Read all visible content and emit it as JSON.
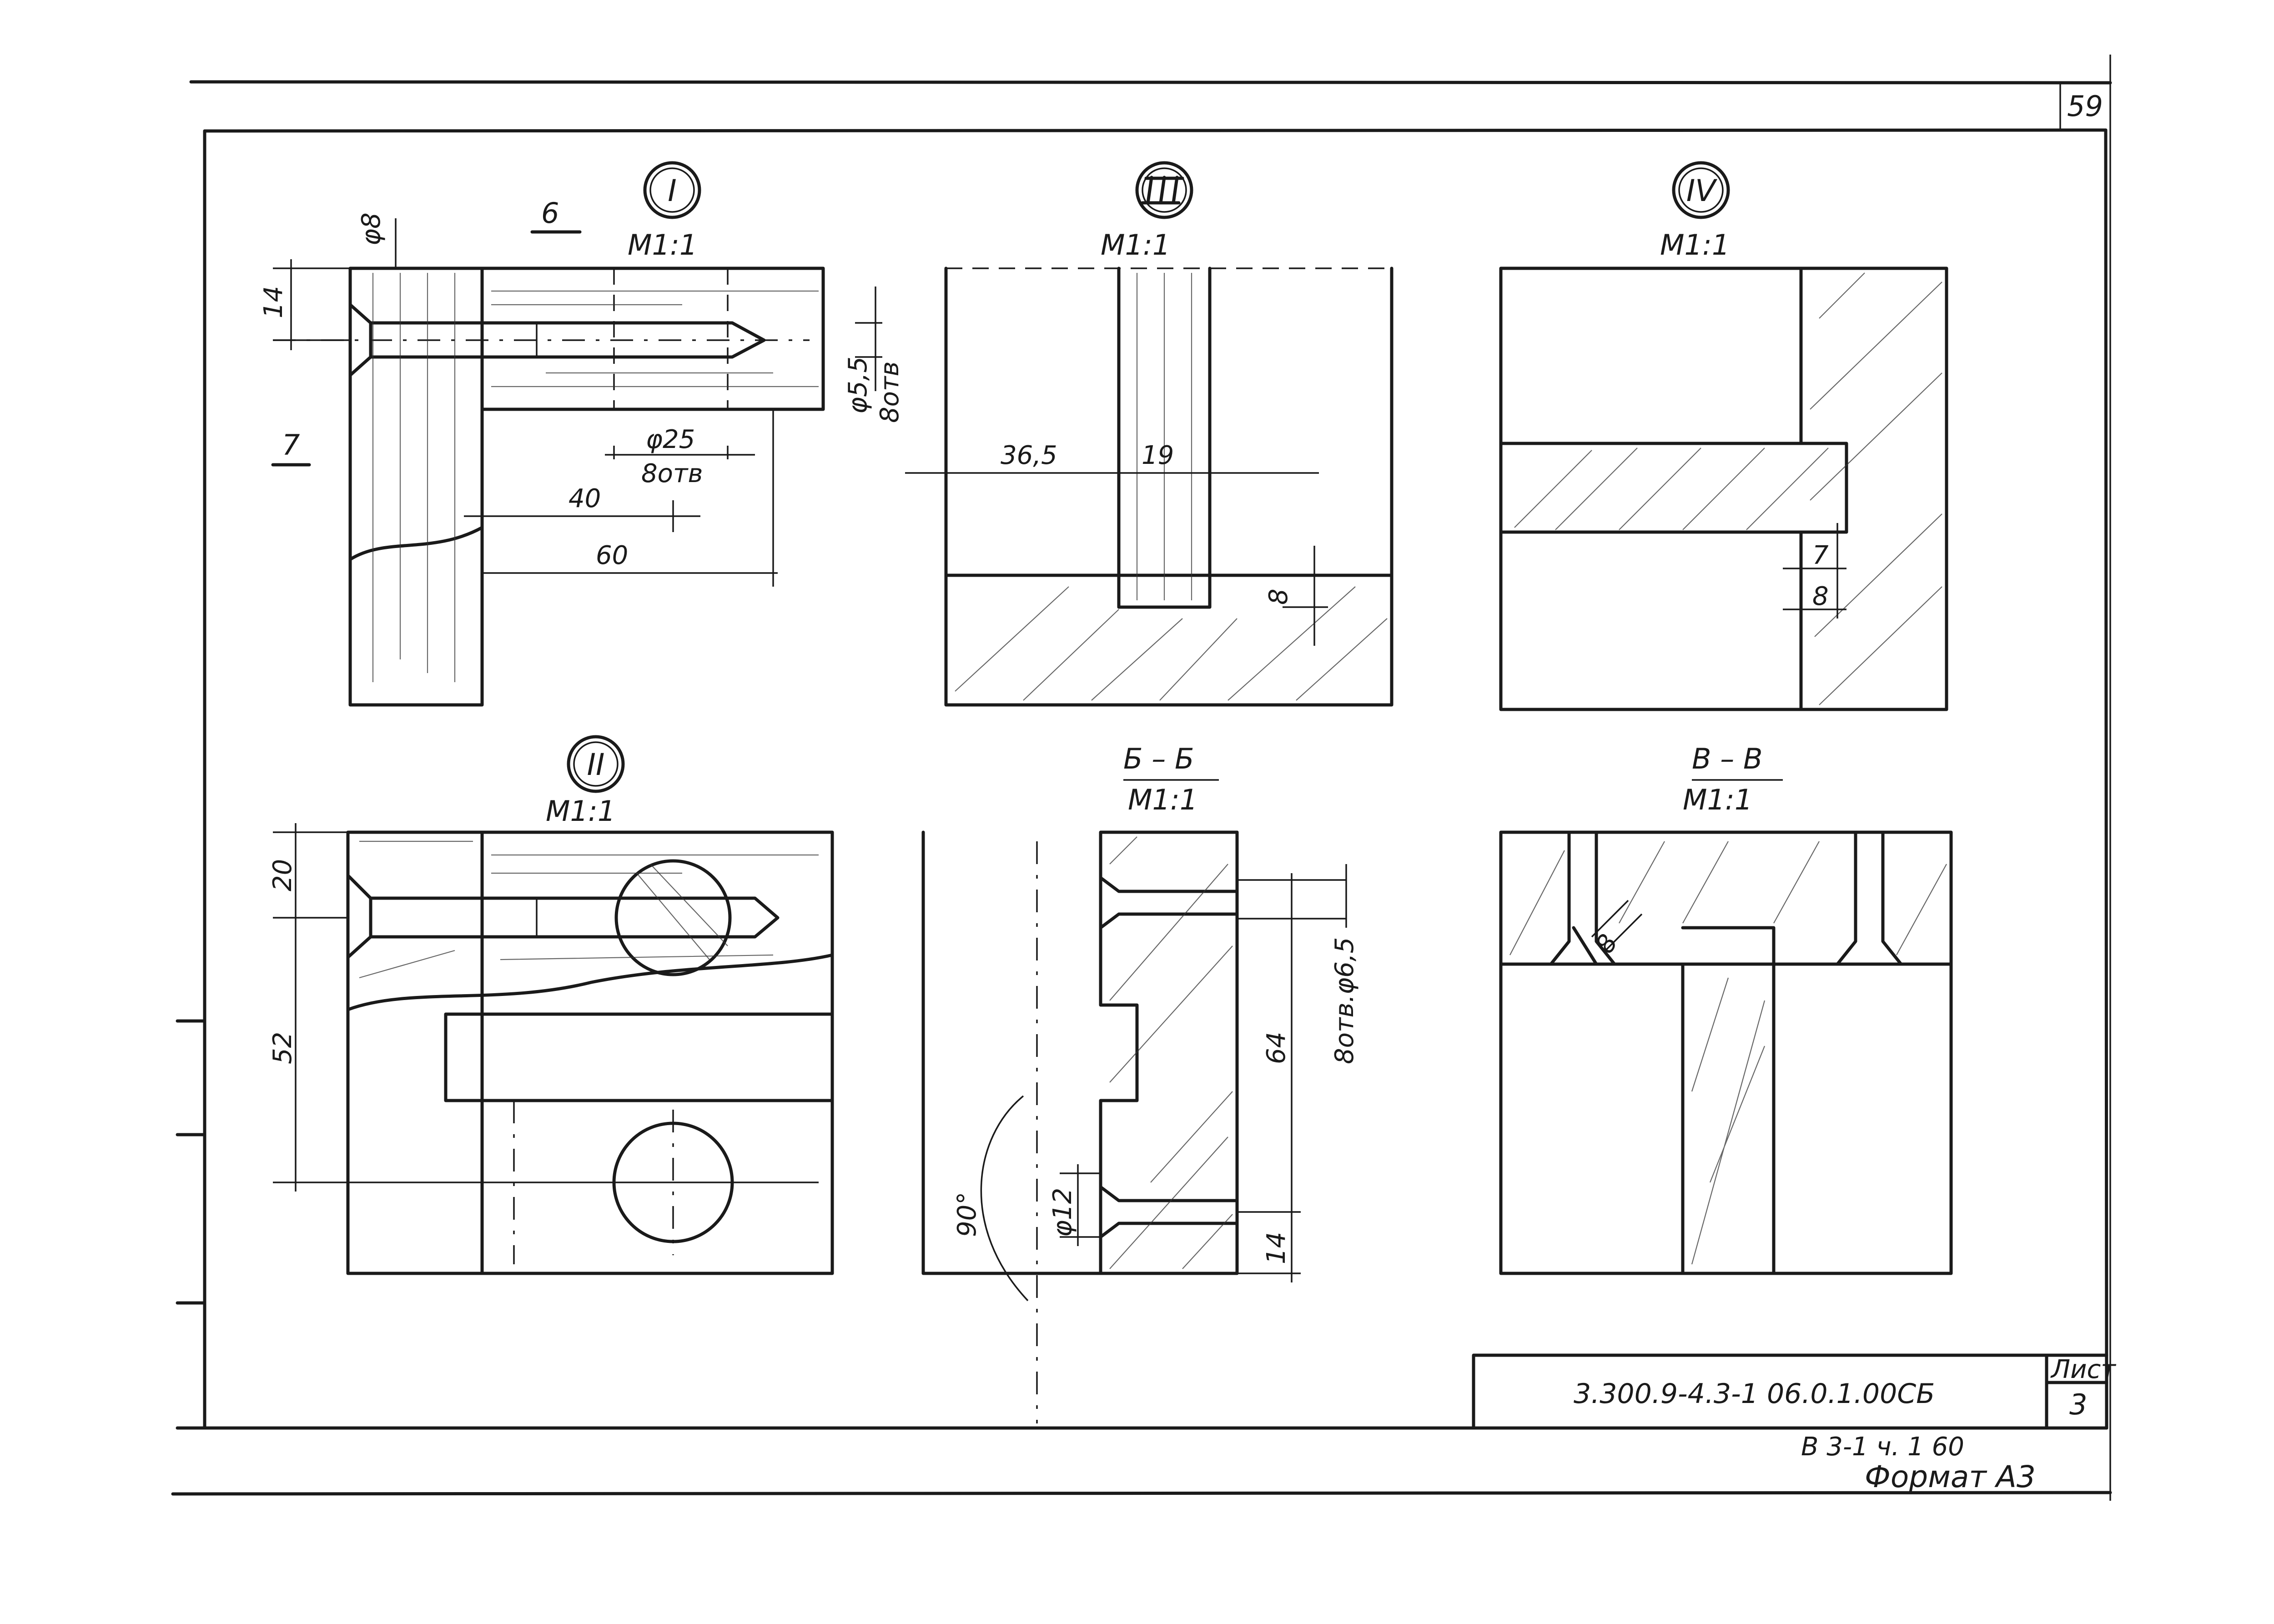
{
  "sheet_number_top": "59",
  "views": {
    "I": {
      "roman": "I",
      "scale": "M1:1"
    },
    "II": {
      "roman": "II",
      "scale": "M1:1"
    },
    "III": {
      "scale": "M1:1"
    },
    "IV": {
      "roman": "IV",
      "scale": "M1:1"
    },
    "BB": {
      "title": "Б – Б",
      "scale": "M1:1"
    },
    "VV": {
      "title": "В – В",
      "scale": "M1:1"
    }
  },
  "part_labels": {
    "p6": "6",
    "p7": "7"
  },
  "dimensions": {
    "I": {
      "d8": "φ8",
      "d14": "14",
      "d55": "φ5,5",
      "holes8a": "8отв",
      "d25": "φ25",
      "holes8b": "8отв",
      "d40": "40",
      "d60": "60"
    },
    "III": {
      "d365": "36,5",
      "d19": "19",
      "d8": "8"
    },
    "IV": {
      "d7": "7",
      "d8": "8"
    },
    "II": {
      "d20": "20",
      "d52": "52"
    },
    "BB": {
      "d65": "8отв.φ6,5",
      "d64": "64",
      "d14": "14",
      "d12": "φ12",
      "angle": "90°"
    },
    "VV": {
      "d8": "8"
    }
  },
  "title_block": {
    "designation": "3.300.9-4.3-1 06.0.1.00СБ",
    "sheet_label": "Лист",
    "sheet_value": "3",
    "series": "В 3-1   ч. 1    60",
    "format": "Формат А3"
  }
}
